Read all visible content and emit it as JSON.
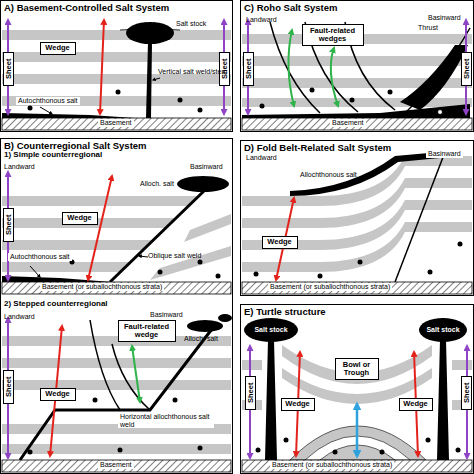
{
  "diagram": {
    "nodes": [
      {
        "text": [
          "A) Basement-Controlled Salt System"
        ]
      },
      {
        "text": [
          "Wedge"
        ],
        "in": 0
      },
      {
        "text": [
          "Sheet"
        ],
        "in": 0
      },
      {
        "text": [
          "Sheet"
        ],
        "in": 0
      },
      {
        "text": [
          "C) Roho Salt System"
        ]
      },
      {
        "text": [
          "Fault-related wedges"
        ],
        "in": 4
      },
      {
        "text": [
          "Sheet"
        ],
        "in": 4
      },
      {
        "text": [
          "Sheet"
        ],
        "in": 4
      },
      {
        "text": [
          "B) Counterregional Salt System"
        ]
      },
      {
        "text": [
          "Wedge"
        ],
        "in": 8
      },
      {
        "text": [
          "Sheet"
        ],
        "in": 8
      },
      {
        "text": [
          "Fault-related wedge"
        ],
        "in": 8
      },
      {
        "text": [
          "Wedge"
        ],
        "in": 8
      },
      {
        "text": [
          "Sheet"
        ],
        "in": 8
      },
      {
        "text": [
          "D) Fold Belt-Related Salt System"
        ]
      },
      {
        "text": [
          "Wedge"
        ],
        "in": 14
      },
      {
        "text": [
          "E) Turtle structure"
        ]
      },
      {
        "text": [
          "Sheet"
        ],
        "in": 16
      },
      {
        "text": [
          "Bowl or Trough"
        ],
        "in": 16
      },
      {
        "text": [
          "Wedge"
        ],
        "in": 16
      },
      {
        "text": [
          "Wedge"
        ],
        "in": 16
      },
      {
        "text": [
          "Sheet"
        ],
        "in": 16
      }
    ],
    "labels": [
      "Salt stock",
      "Vertical salt weld/stem",
      "Autochthonous salt",
      "Basement",
      "Landward",
      "Basinward",
      "Thrust",
      "Basement",
      "1) Simple counterregional",
      "Landward",
      "Basinward",
      "Alloch. salt",
      "Autochthonous salt",
      "Oblique salt weld",
      "Basement (or suballochthonous strata)",
      "2) Stepped counterregional",
      "Landward",
      "Basinward",
      "Alloch. salt",
      "Horizontal allochthonous salt weld",
      "Basement",
      "Landward",
      "Basinward",
      "Allochthonous salt",
      "Basement (or suballochthonous strata)",
      "Salt stock",
      "Salt stock",
      "Basement (or suballochthonous strata)"
    ]
  }
}
